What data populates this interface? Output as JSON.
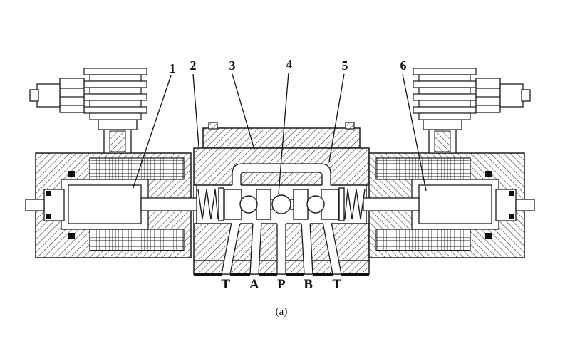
{
  "figure": {
    "callouts": [
      "1",
      "2",
      "3",
      "4",
      "5",
      "6"
    ],
    "ports": [
      "T",
      "A",
      "P",
      "B",
      "T"
    ],
    "caption": "(a)"
  },
  "colors": {
    "ink": "#1c1c1c",
    "paper": "#ffffff"
  }
}
